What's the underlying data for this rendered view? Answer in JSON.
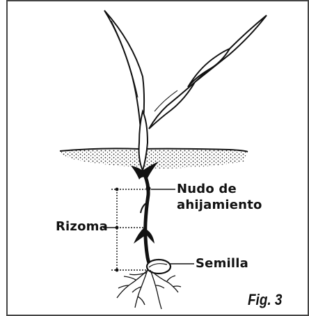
{
  "labels": {
    "nudo_line1": "Nudo de",
    "nudo_line2": "ahijamiento",
    "rizoma": "Rizoma",
    "semilla": "Semilla"
  },
  "figure_caption": "Fig. 3",
  "colors": {
    "ink": "#111111",
    "frame": "#444444",
    "background": "#ffffff"
  }
}
